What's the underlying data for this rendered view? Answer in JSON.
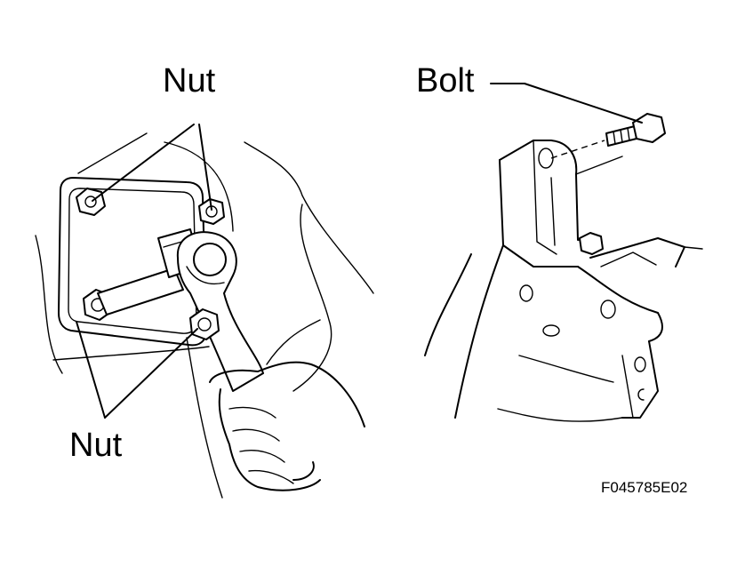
{
  "labels": {
    "nut_top": "Nut",
    "nut_bottom": "Nut",
    "bolt": "Bolt",
    "figure_code": "F045785E02"
  },
  "colors": {
    "ink": "#000000",
    "background": "#ffffff"
  }
}
